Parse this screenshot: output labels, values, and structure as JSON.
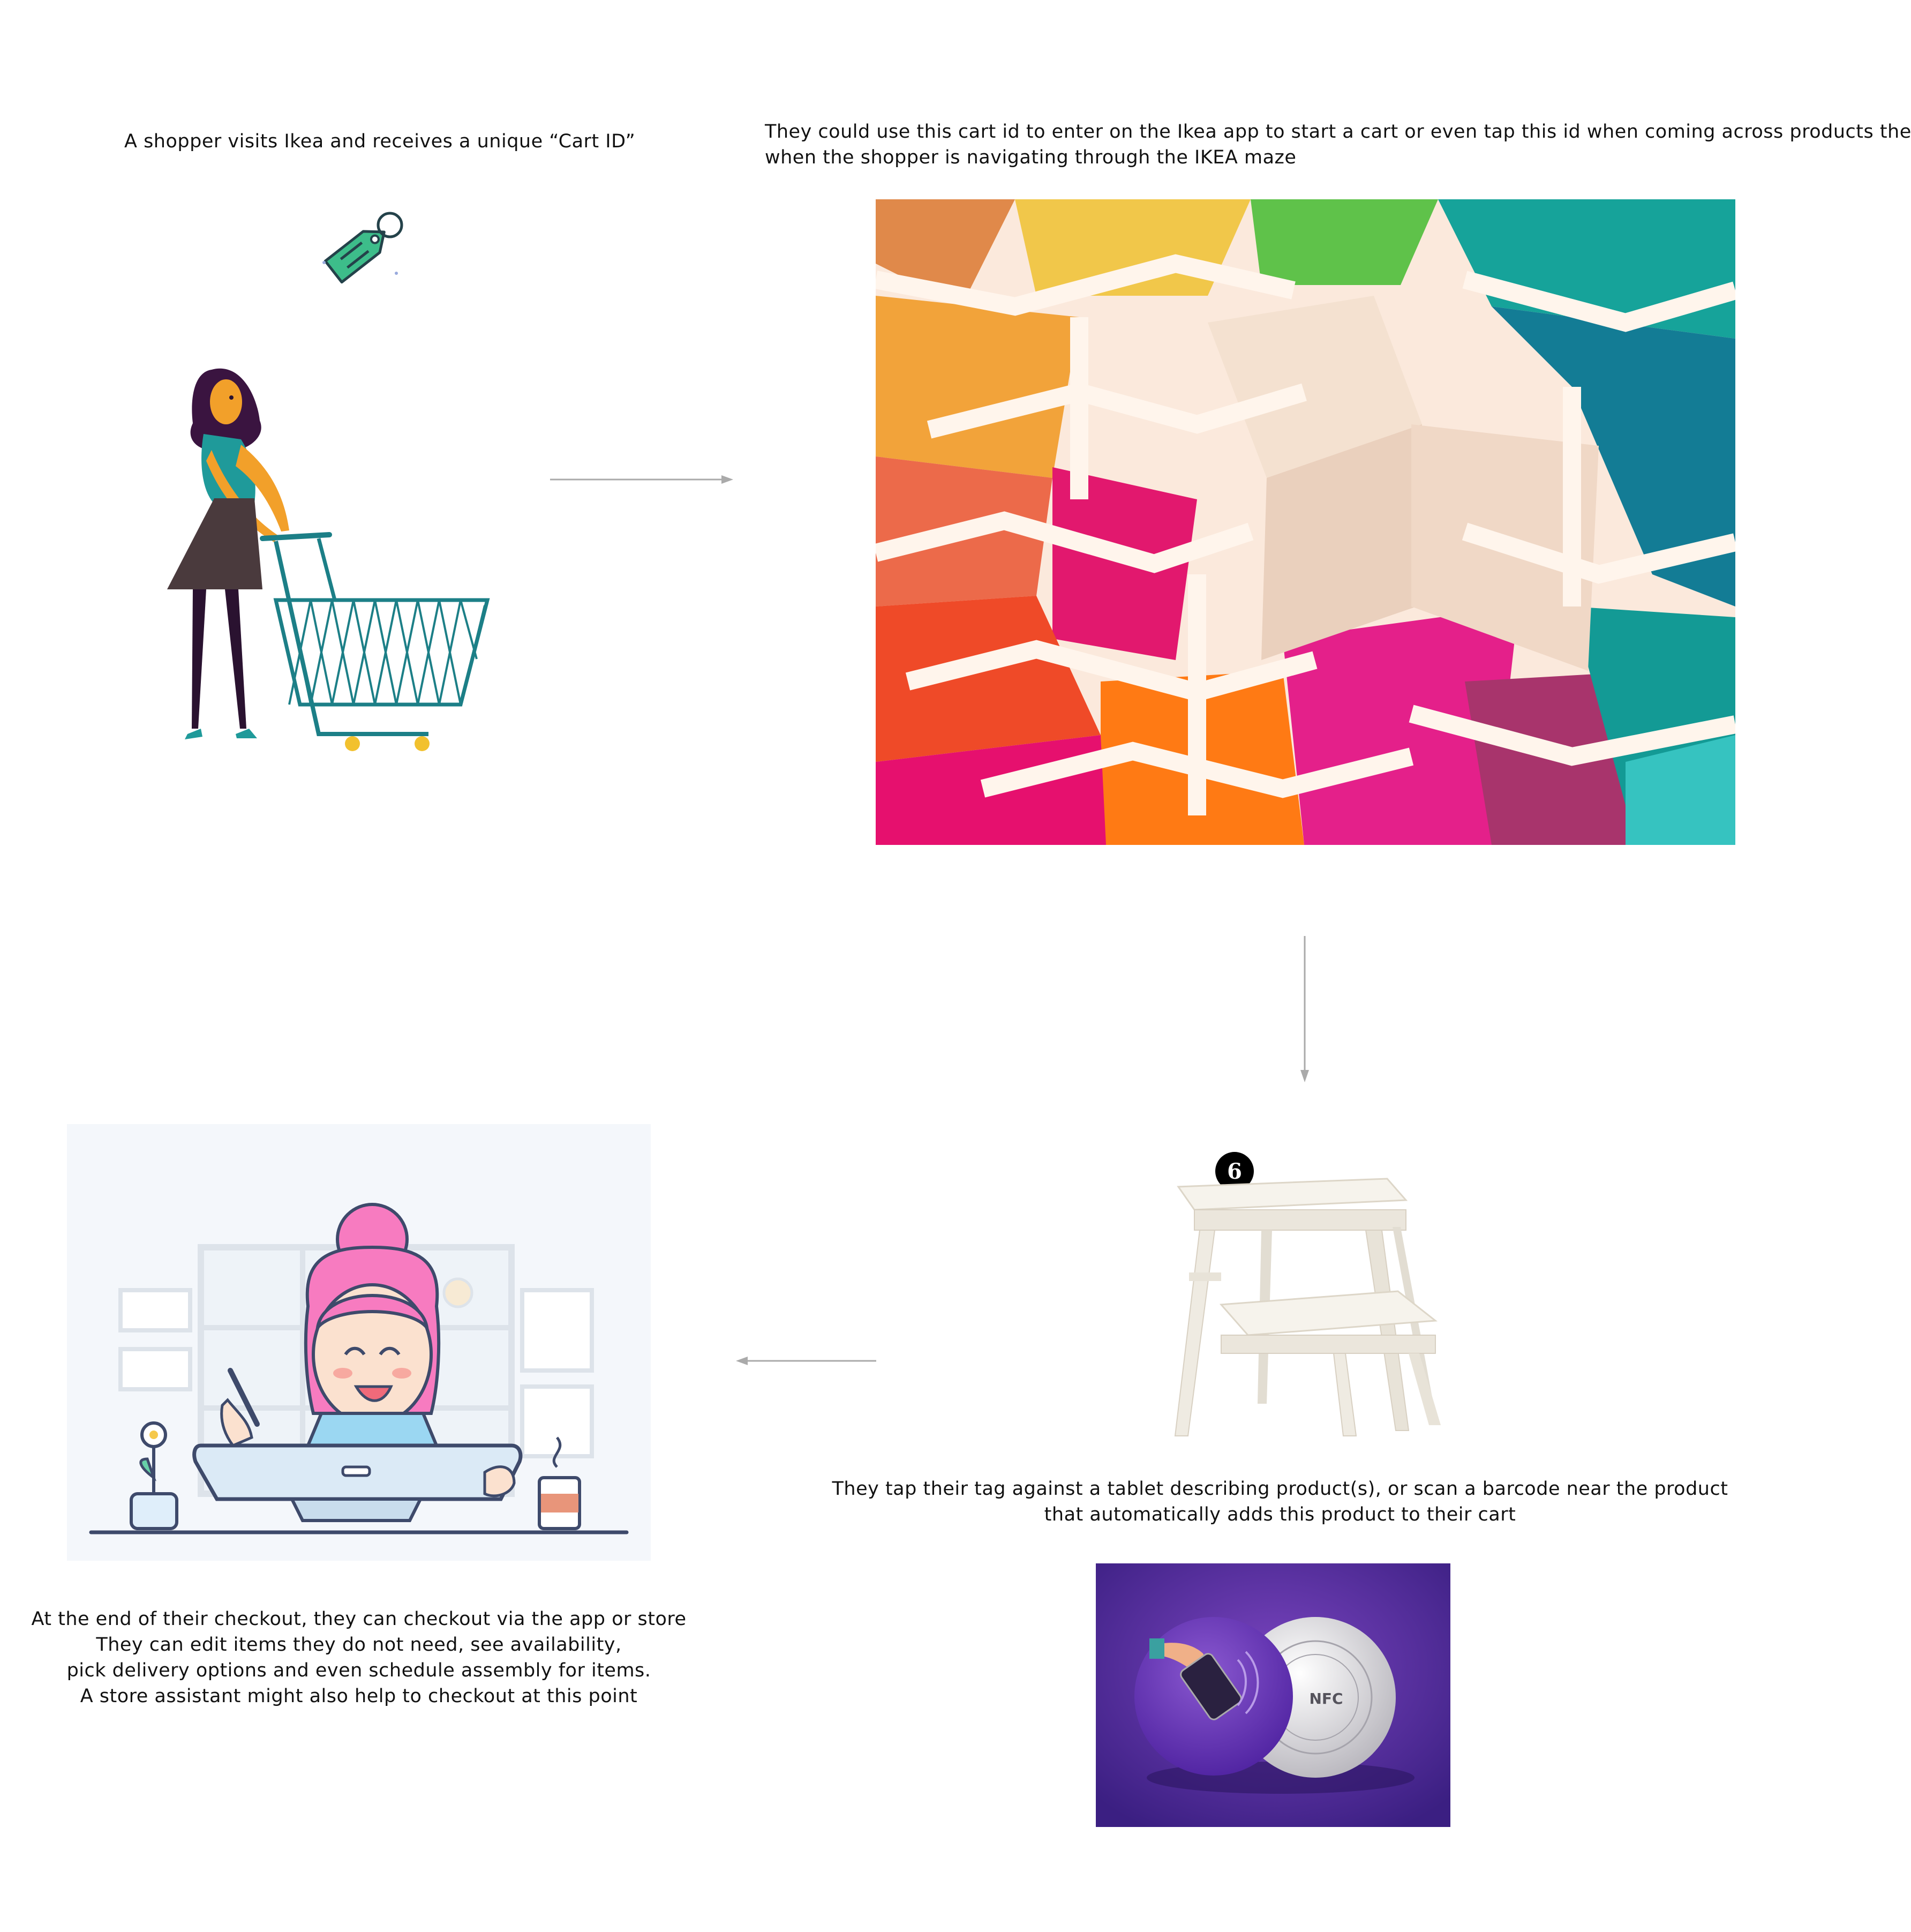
{
  "step1": {
    "caption": "A shopper visits Ikea and receives a unique “Cart ID”"
  },
  "step2": {
    "caption_line1": "They could use this cart id to enter on the Ikea app to start a cart or even tap this id when coming across products they like",
    "caption_line2": "when the shopper is navigating through the IKEA maze"
  },
  "step3": {
    "caption_line1": "They tap their tag against a tablet describing product(s), or scan a barcode near the product",
    "caption_line2": "that automatically adds this product to their cart",
    "badge_number": "6",
    "nfc_label": "NFC"
  },
  "step4": {
    "lines": [
      "At the end of their checkout, they can checkout via the app or store",
      "They can edit items they do not need, see availability,",
      "pick delivery options and even schedule assembly for items.",
      "A store assistant might also help to checkout at this point"
    ]
  },
  "colors": {
    "arrow": "#aaaaaa",
    "tag_green": "#3dbd8a",
    "cart_teal": "#1c7f87",
    "nfc_purple": "#5b2f9a"
  },
  "icons": [
    "price-tag-icon",
    "shopping-cart-icon",
    "step-stool-icon",
    "nfc-tag-icon"
  ]
}
